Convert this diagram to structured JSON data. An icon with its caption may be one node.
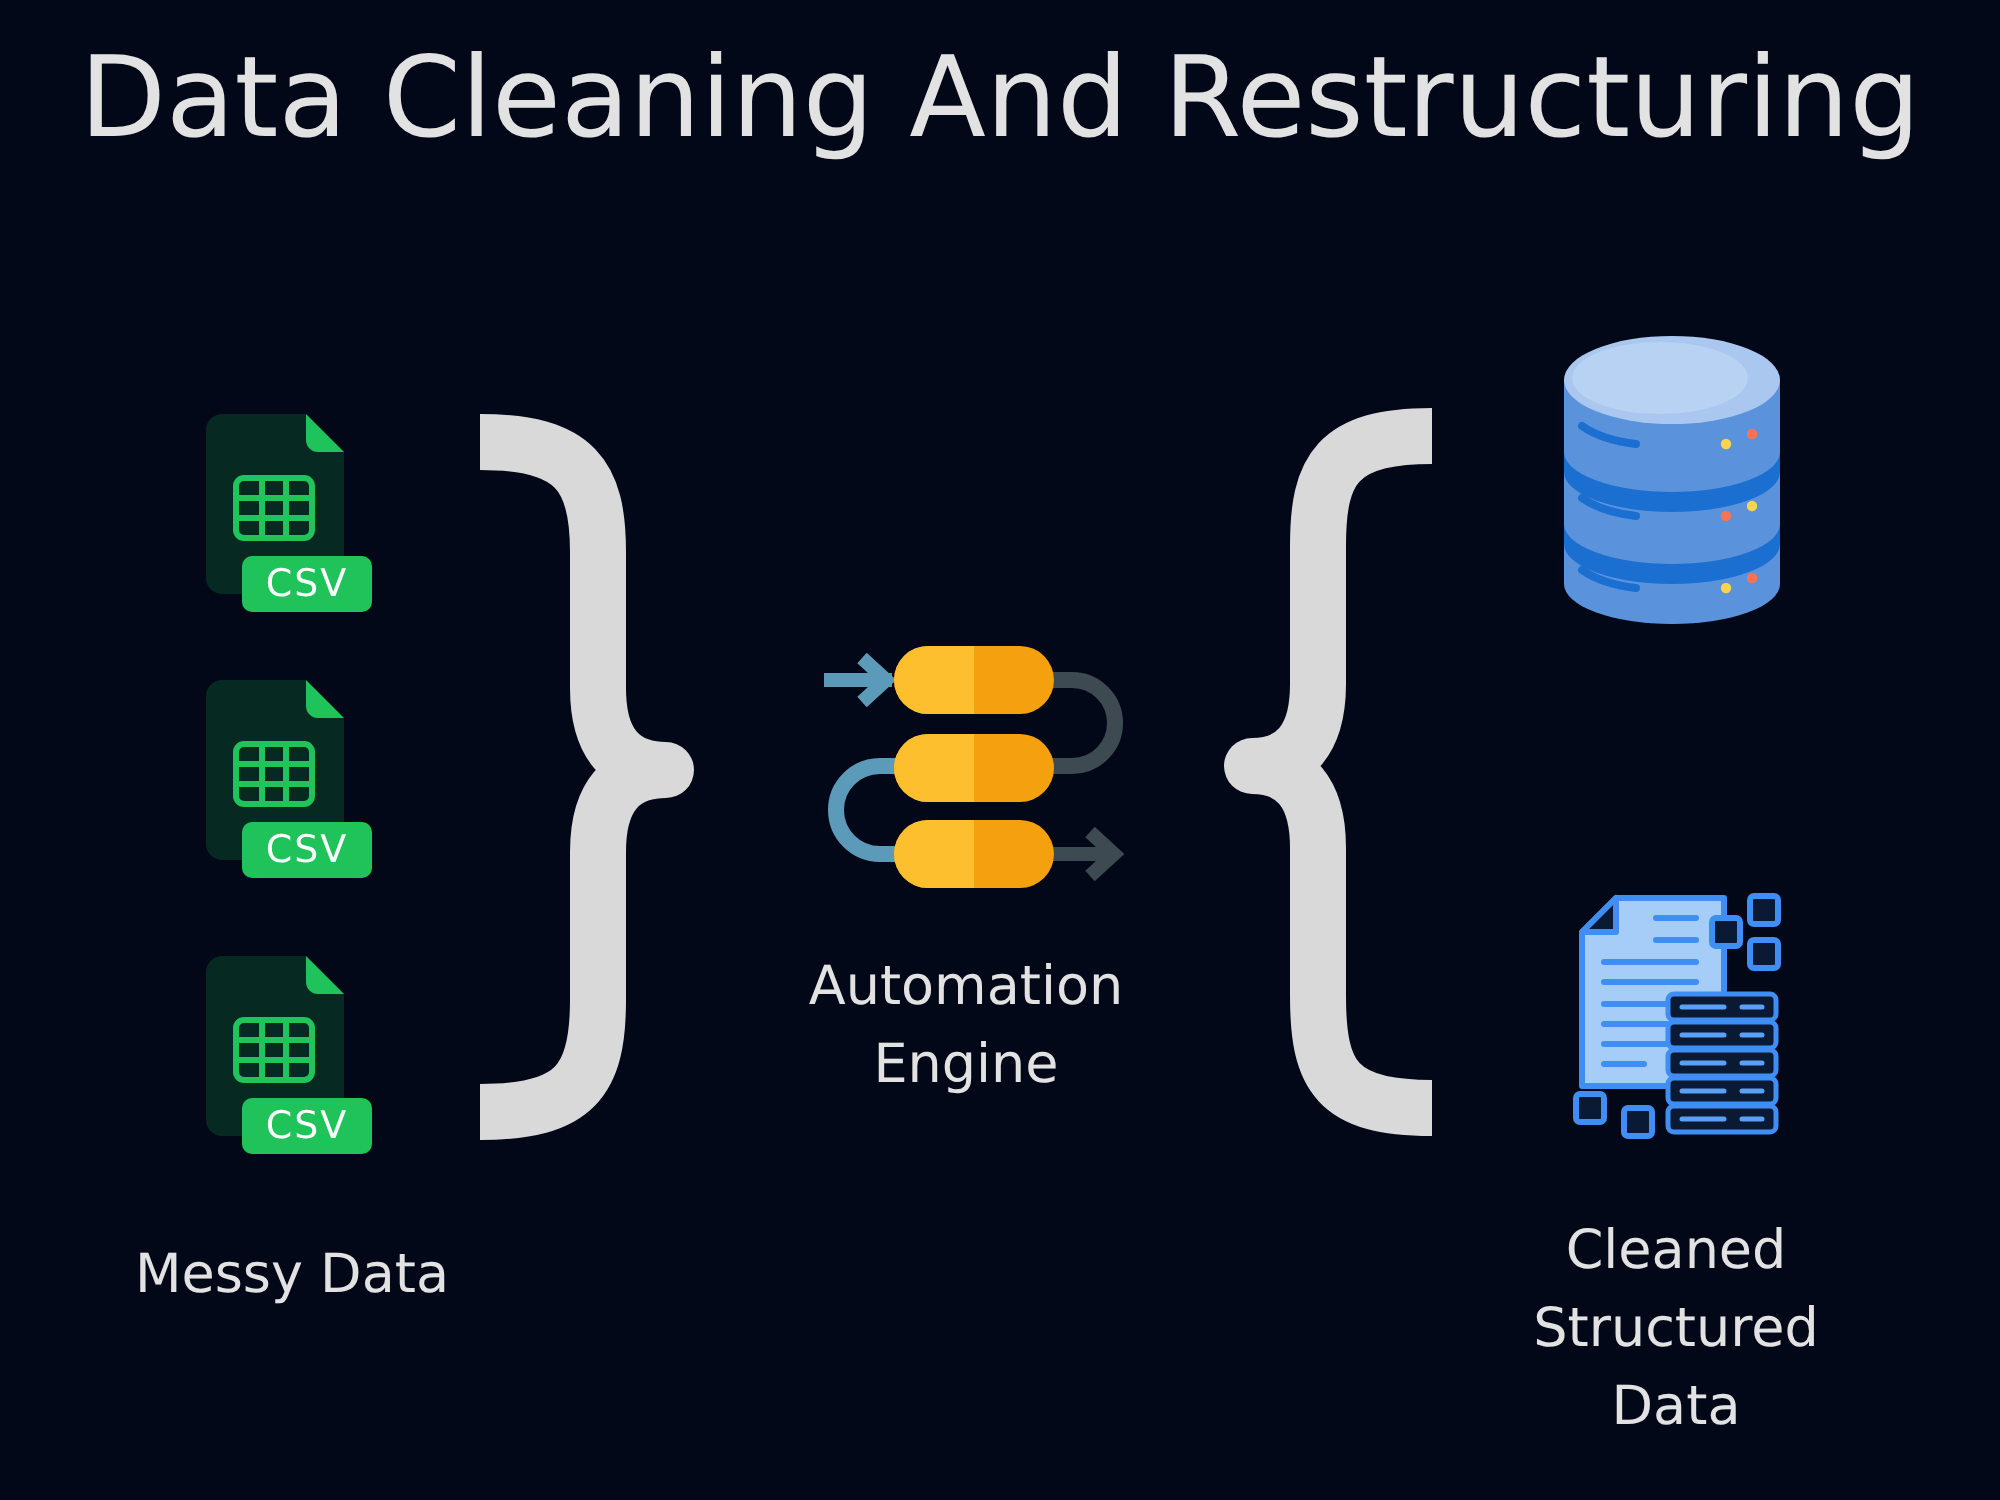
{
  "diagram": {
    "title": "Data Cleaning And Restructuring",
    "nodes": [
      {
        "text": [
          "CSV"
        ]
      },
      {
        "text": [
          "CSV"
        ]
      },
      {
        "text": [
          "CSV"
        ]
      }
    ],
    "labels": [
      "Messy Data",
      "Automation Engine",
      "Cleaned Structured Data"
    ]
  }
}
